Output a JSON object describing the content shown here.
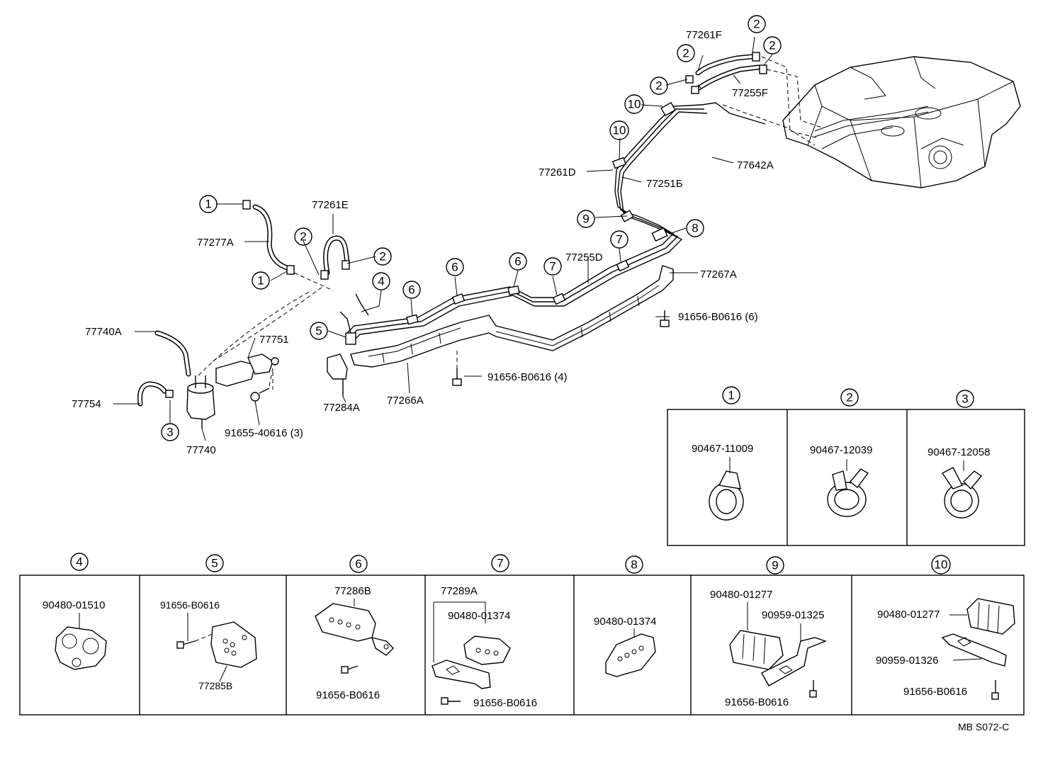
{
  "labels": {
    "p77261F": "77261F",
    "p77255F": "77255F",
    "p77642A": "77642A",
    "p77261D": "77261D",
    "p77251B": "77251Б",
    "p77261E": "77261E",
    "p77277A": "77277A",
    "p77255D": "77255D",
    "p77267A": "77267A",
    "p91656_6": "91656-B0616 (6)",
    "p77751": "77751",
    "p77740A": "77740A",
    "p91656_4": "91656-B0616 (4)",
    "p77754": "77754",
    "p77284A": "77284A",
    "p77266A": "77266A",
    "p91655": "91655-40616 (3)",
    "p77740": "77740"
  },
  "callouts": {
    "c1": "1",
    "c2": "2",
    "c3": "3",
    "c4": "4",
    "c5": "5",
    "c6": "6",
    "c7": "7",
    "c8": "8",
    "c9": "9",
    "c10": "10"
  },
  "detail_boxes": {
    "b1_part": "90467-11009",
    "b2_part": "90467-12039",
    "b3_part": "90467-12058",
    "b4_part": "90480-01510",
    "b5_bolt": "91656-B0616",
    "b5_part": "77285B",
    "b6_part": "77286B",
    "b6_bolt": "91656-B0616",
    "b7_part_a": "77289A",
    "b7_part_b": "90480-01374",
    "b7_bolt": "91656-B0616",
    "b8_part": "90480-01374",
    "b9_part_a": "90480-01277",
    "b9_part_b": "90959-01325",
    "b9_bolt": "91656-B0616",
    "b10_part_a": "90480-01277",
    "b10_part_b": "90959-01326",
    "b10_bolt": "91656-B0616"
  },
  "footer": {
    "code": "MB S072-C"
  }
}
